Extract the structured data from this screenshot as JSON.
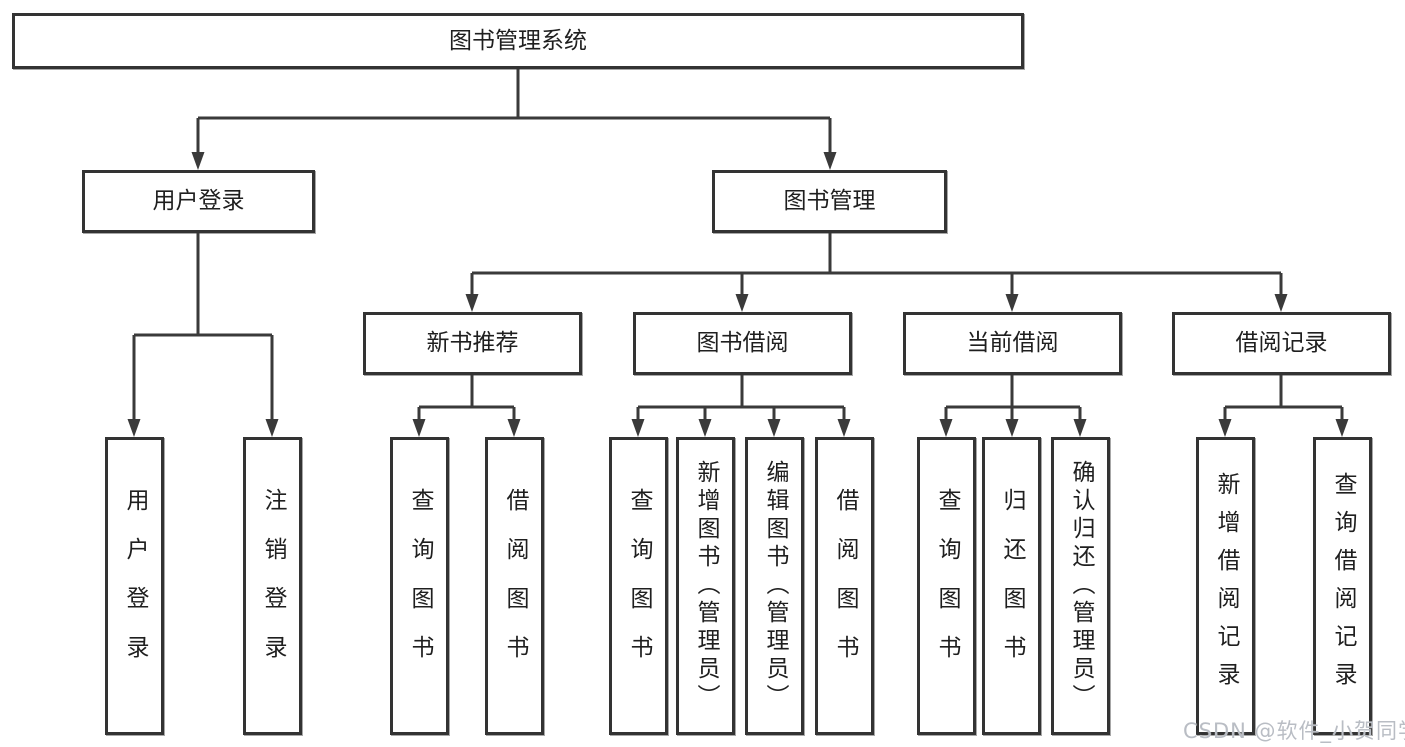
{
  "diagram": {
    "root": {
      "label": "图书管理系统"
    },
    "branches": [
      {
        "label": "用户登录",
        "children": [
          {
            "label": "用户登录"
          },
          {
            "label": "注销登录"
          }
        ]
      },
      {
        "label": "图书管理",
        "children": [
          {
            "label": "新书推荐",
            "children": [
              {
                "label": "查询图书"
              },
              {
                "label": "借阅图书"
              }
            ]
          },
          {
            "label": "图书借阅",
            "children": [
              {
                "label": "查询图书"
              },
              {
                "label": "新增图书（管理员）"
              },
              {
                "label": "编辑图书（管理员）"
              },
              {
                "label": "借阅图书"
              }
            ]
          },
          {
            "label": "当前借阅",
            "children": [
              {
                "label": "查询图书"
              },
              {
                "label": "归还图书"
              },
              {
                "label": "确认归还（管理员）"
              }
            ]
          },
          {
            "label": "借阅记录",
            "children": [
              {
                "label": "新增借阅记录"
              },
              {
                "label": "查询借阅记录"
              }
            ]
          }
        ]
      }
    ]
  },
  "watermark": {
    "text": "CSDN @软件_小贺同学"
  },
  "colors": {
    "line": "#3a3a3a",
    "box_border": "#333333",
    "text": "#1f1f1f",
    "background": "#ffffff",
    "watermark": "#b9bdc4"
  }
}
